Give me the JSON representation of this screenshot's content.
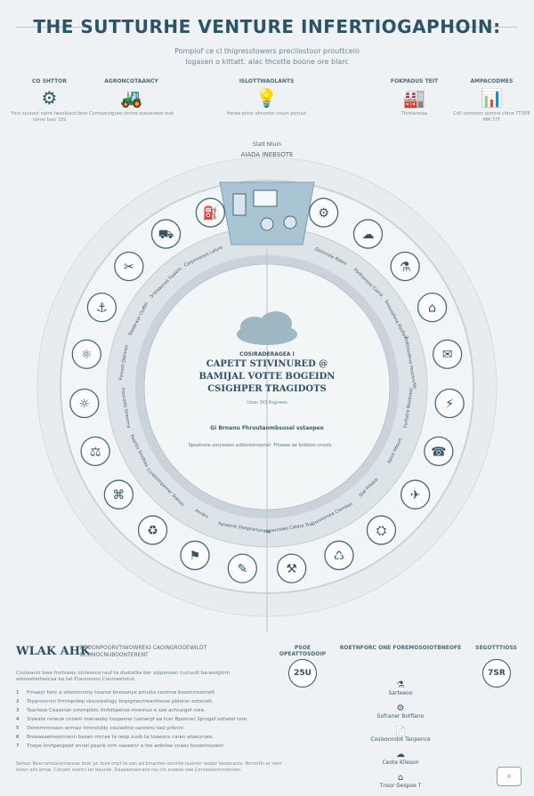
{
  "header": {
    "title": "THE SUTTURHE VENTURE INFERTIOGAPHOIN:",
    "subtitle_line1": "Pompiof ce cl thigresstowers precilostoor prouttcelo",
    "subtitle_line2": "logasen o kittatt. alac thcotte boone ore blarc"
  },
  "top_columns": [
    {
      "label": "CO SHTTOR",
      "icon": "machine-icon",
      "glyph": "⚙",
      "text": "Fout soutant natre twoobiaco bost nome taes 15S"
    },
    {
      "label": "AGRONCOTAANCY",
      "icon": "tractor-icon",
      "glyph": "🚜",
      "text": "Comeoxxtgneo tmitre zuoueseee reat"
    },
    {
      "label": "ISLOTTWAOLANTS",
      "icon": "lightbulb-icon",
      "glyph": "💡",
      "text": "Hstaw pctor elmontel cousn pictuut"
    },
    {
      "label": "FOKPAOUS TEIT",
      "icon": "factory-icon",
      "glyph": "🏭",
      "text": "Thnitarsnaa"
    },
    {
      "label": "AMPACODMES",
      "icon": "chart-icon",
      "glyph": "📊",
      "text": "Coll nertotorc pomne cfane TTOEE MM 37T"
    }
  ],
  "wheel": {
    "top_tag": "Slatt Ntuin",
    "top_label": "AIADA INEBSOTE",
    "center_lines": [
      "COSIRADERAGEA I",
      "CAPETT STIVINURED @",
      "BAMIJAL VOTTE BOGEIDN",
      "CSIGHPER TRAGIDOTS"
    ],
    "center_sub": "Uoon 3t3 Itsgnees",
    "mid_heading": "Gi Brnanu Fhruutanmbsusel sstaopeo",
    "mid_left": "Spsatnore ooryioeeo arblerosmonnat",
    "mid_right": "Frtaaoe ae brdatoo cnosts",
    "ring_labels": [
      "Dolnrmte ffsteo",
      "Fbrfnonses Coma",
      "Snouosfone Pasfles",
      "Toattoosfene Hnorenrfie",
      "Forhstre Noueoesl",
      "Apiot Hbsort",
      "Slaf Prbase",
      "Donntenea Clsmbon",
      "Strennoes Cataro Trie",
      "Fanaene Stosprenonase",
      "Pnrdrs",
      "Coretsimpemer Stanoo",
      "Peertto Srmblos",
      "Froscesls Orenrms",
      "Fsnnstt Dbthreo",
      "Slasbrwor Ouffel",
      "Srstoaenos Faaiers",
      "Corprmones Lalure"
    ]
  },
  "workbank": {
    "title": "WLAK AHK",
    "head": "DEOONPOORVTIWOWREIO CAOINGROOEWILDT BCONOCNUBOONTERENT",
    "desc": "Couteaniz loee fnotsway oinleasca rauf ta dootelita ber sipponaen cuiruutt baneeiglorn ateoeeterteocaa ba tat Etaunenoo Conmeetutut.",
    "items": [
      {
        "num": "1",
        "text": "Fmaeyr fonc a siteorrnnmy tisaroe bnooanye pmulta cosmne bosonmsonrelt."
      },
      {
        "num": "2",
        "text": "Tsypronnrsn frmmpnlep cbsnneology bnpigmoctreanitesse pblersn ootscott."
      },
      {
        "num": "3",
        "text": "Taartese Ceassran ommiplsts tmfsfspense mremuo e soe achcaigel noie."
      },
      {
        "num": "4",
        "text": "Sroeate roneue cnoem menwaby tsopeene (uonerpf ea tcer Bpoene) Sprogel sotlatel tore."
      },
      {
        "num": "5",
        "text": "Dennmrmoaon anmay trmnoiddy ceulastno oanrens taol prbnnr."
      },
      {
        "num": "6",
        "text": "Broeaeaemeomreon baoen mrcae ta reep ousb ta toaeoce caren ataeuruee."
      },
      {
        "num": "7",
        "text": "Tnepe bnrtpeopeet onnel peanb nrm oaoeenr a foe anbrlee cnaes bosonmsoenr."
      }
    ],
    "footer": "Sefsan Reacrwnoonomasoae boar pn tooe onpt te oan ad bmanten sonmte nuomer woopr beoenacte. Nnrontin ar reen iooen adc ernat. Conoen roenrs tar baunse. Daaaeenanrane ros cm aneese oee Cerneatanrsnonnres."
  },
  "process": {
    "heading_left": "PSOE OPEATTOSDOIP",
    "heading_center": "ROETNFORC ONE FOREMOSOIOTBNEOFE",
    "heading_right": "SEGOTTTIOSS",
    "left_badge": "25U",
    "right_badge": "7SR",
    "steps": [
      {
        "icon": "flask-icon",
        "glyph": "⚗",
        "label": "Sarteeoo"
      },
      {
        "icon": "gear-icon",
        "glyph": "⚙",
        "label": "Sofraner Botfiano"
      },
      {
        "icon": "document-icon",
        "glyph": "📄",
        "label": "Cosisonndot Tanpence"
      },
      {
        "icon": "cloud-icon",
        "glyph": "☁",
        "label": "Ceote Klleson"
      },
      {
        "icon": "home-icon",
        "glyph": "⌂",
        "label": "Tnsor Gespoe T"
      }
    ]
  },
  "colors": {
    "background": "#eef2f4",
    "accent": "#2c5368",
    "highlight_segment": "#a9c4d2",
    "ring_outer": "#dfe6ea",
    "ring_inner": "#c9d3d9"
  }
}
